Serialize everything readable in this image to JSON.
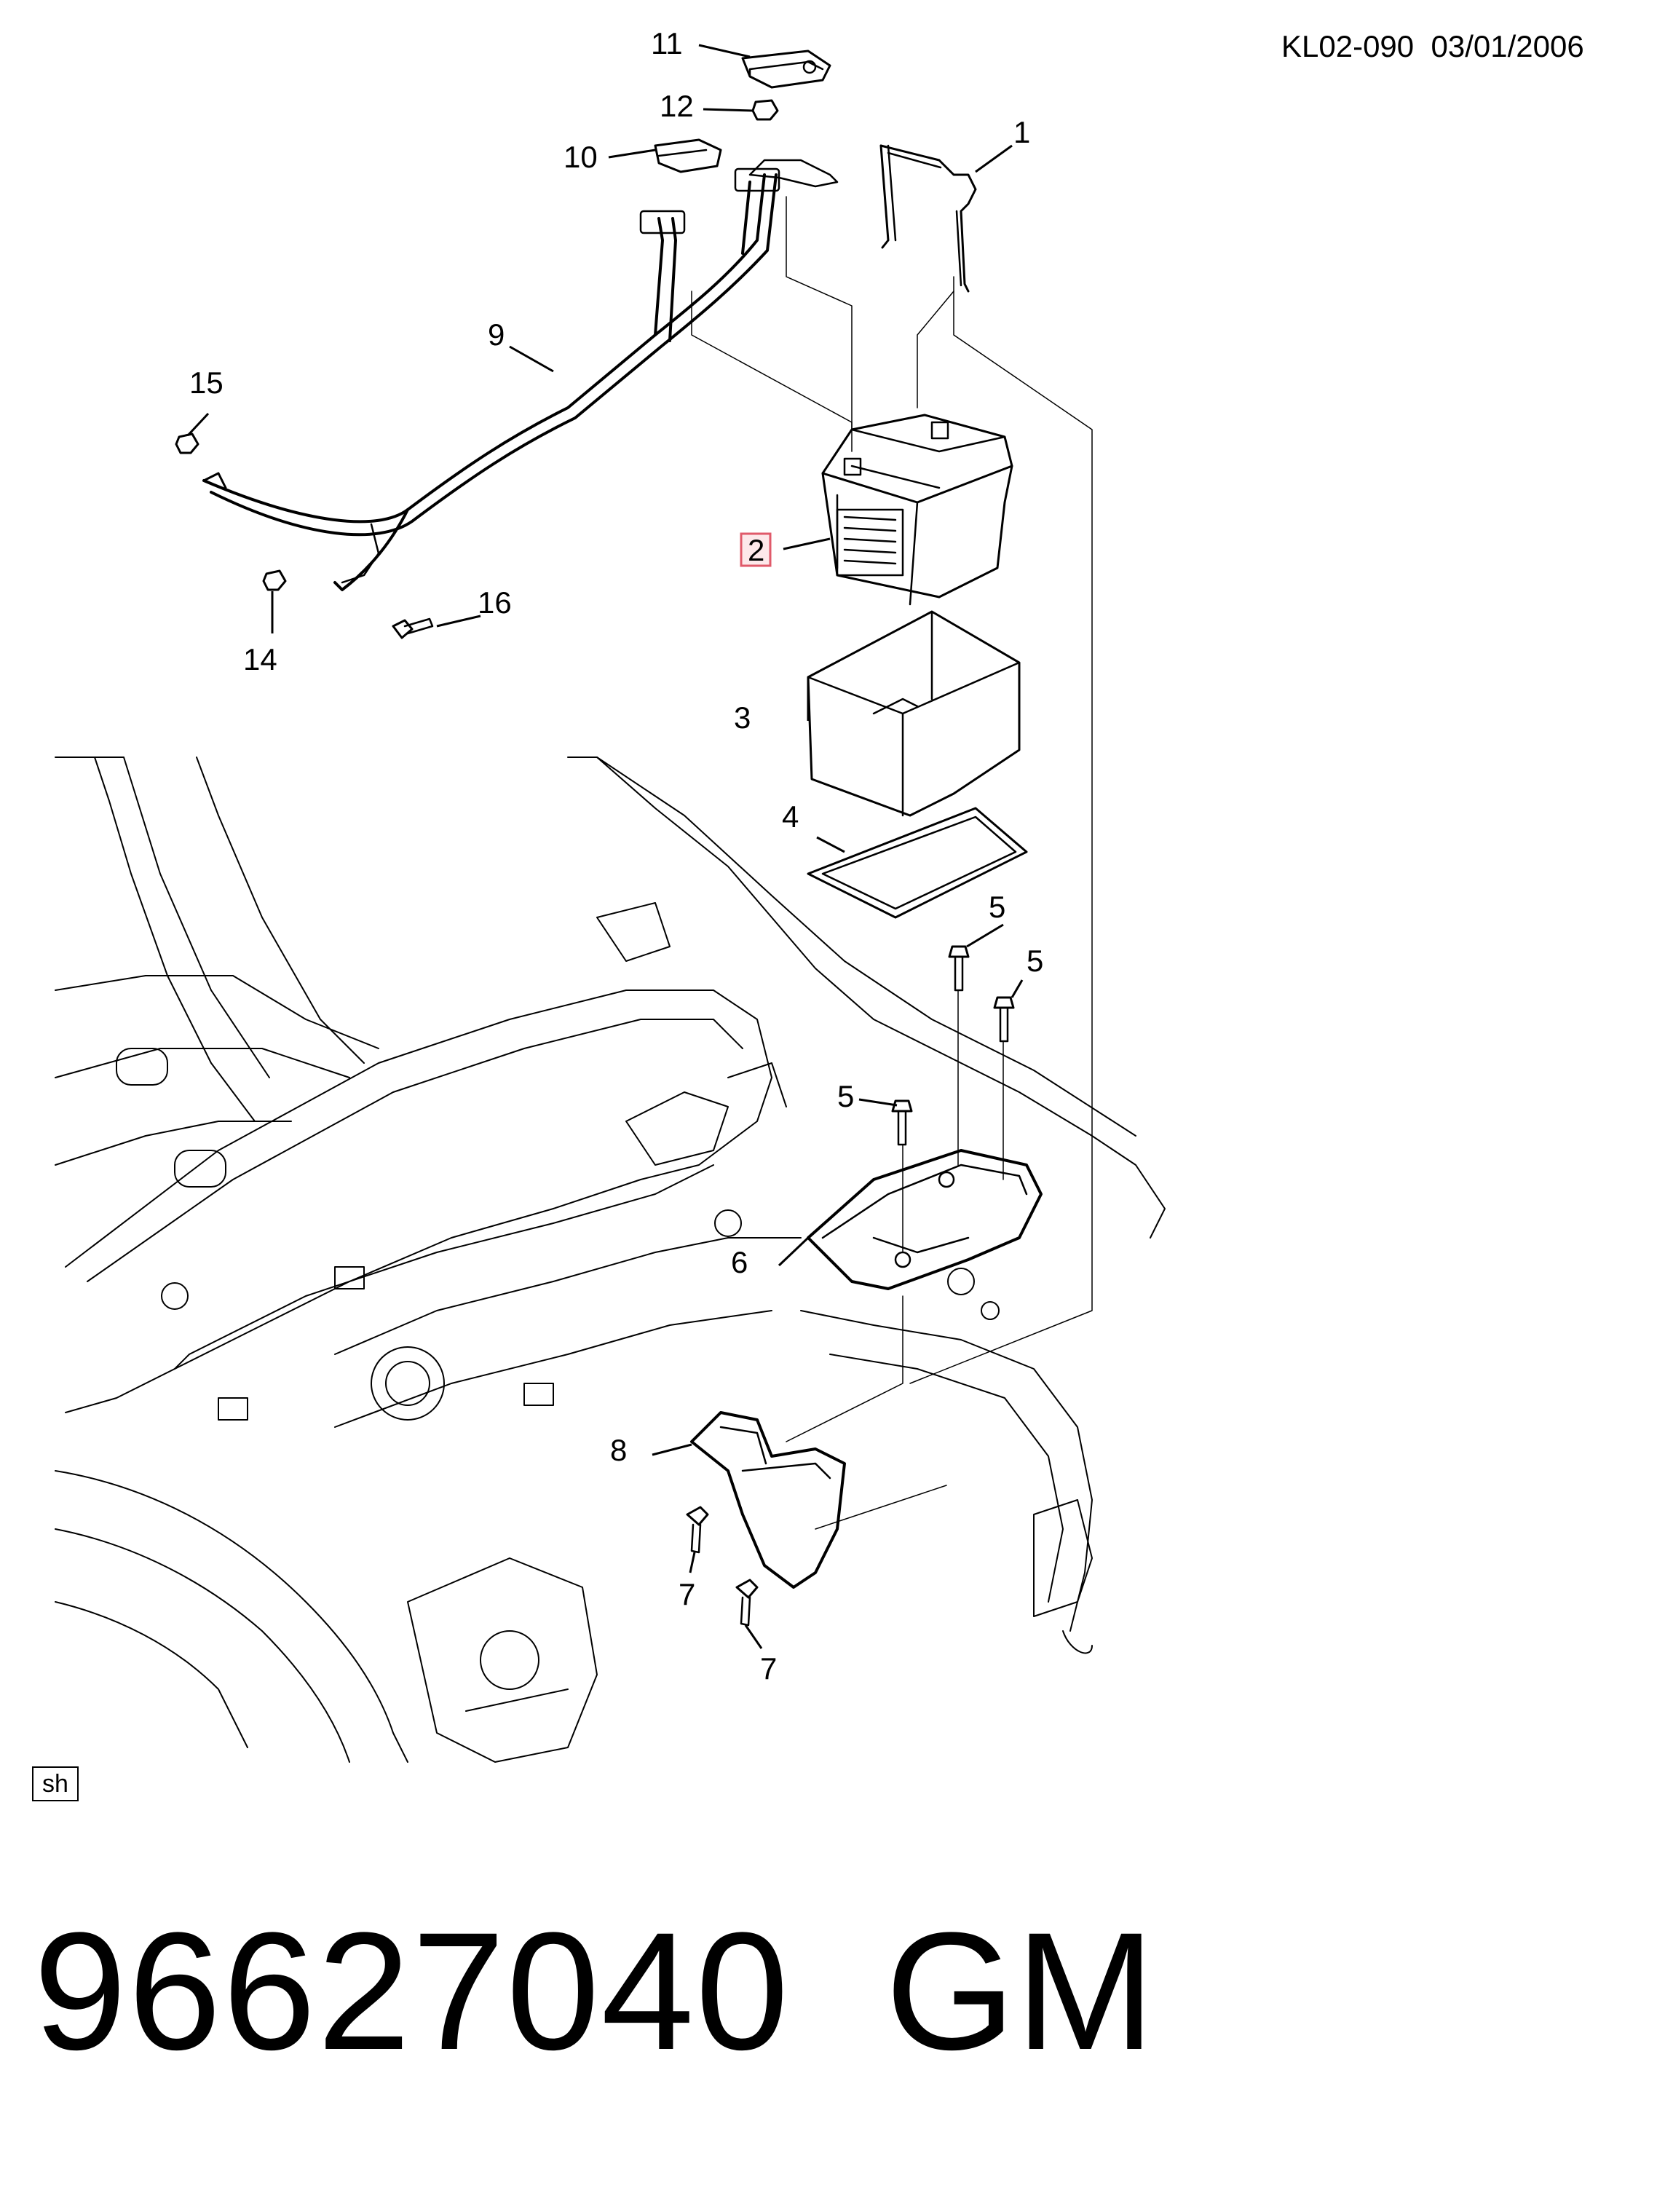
{
  "header": {
    "ref": "KL02-090",
    "date": "03/01/2006"
  },
  "labels": {
    "l1": "1",
    "l2": "2",
    "l3": "3",
    "l4": "4",
    "l5a": "5",
    "l5b": "5",
    "l5c": "5",
    "l6": "6",
    "l7a": "7",
    "l7b": "7",
    "l8": "8",
    "l9": "9",
    "l10": "10",
    "l11": "11",
    "l12": "12",
    "l14": "14",
    "l15": "15",
    "l16": "16"
  },
  "highlighted_callout": "2",
  "sheet_tag": "sh",
  "footer": {
    "part_number": "96627040",
    "brand": "GM"
  }
}
